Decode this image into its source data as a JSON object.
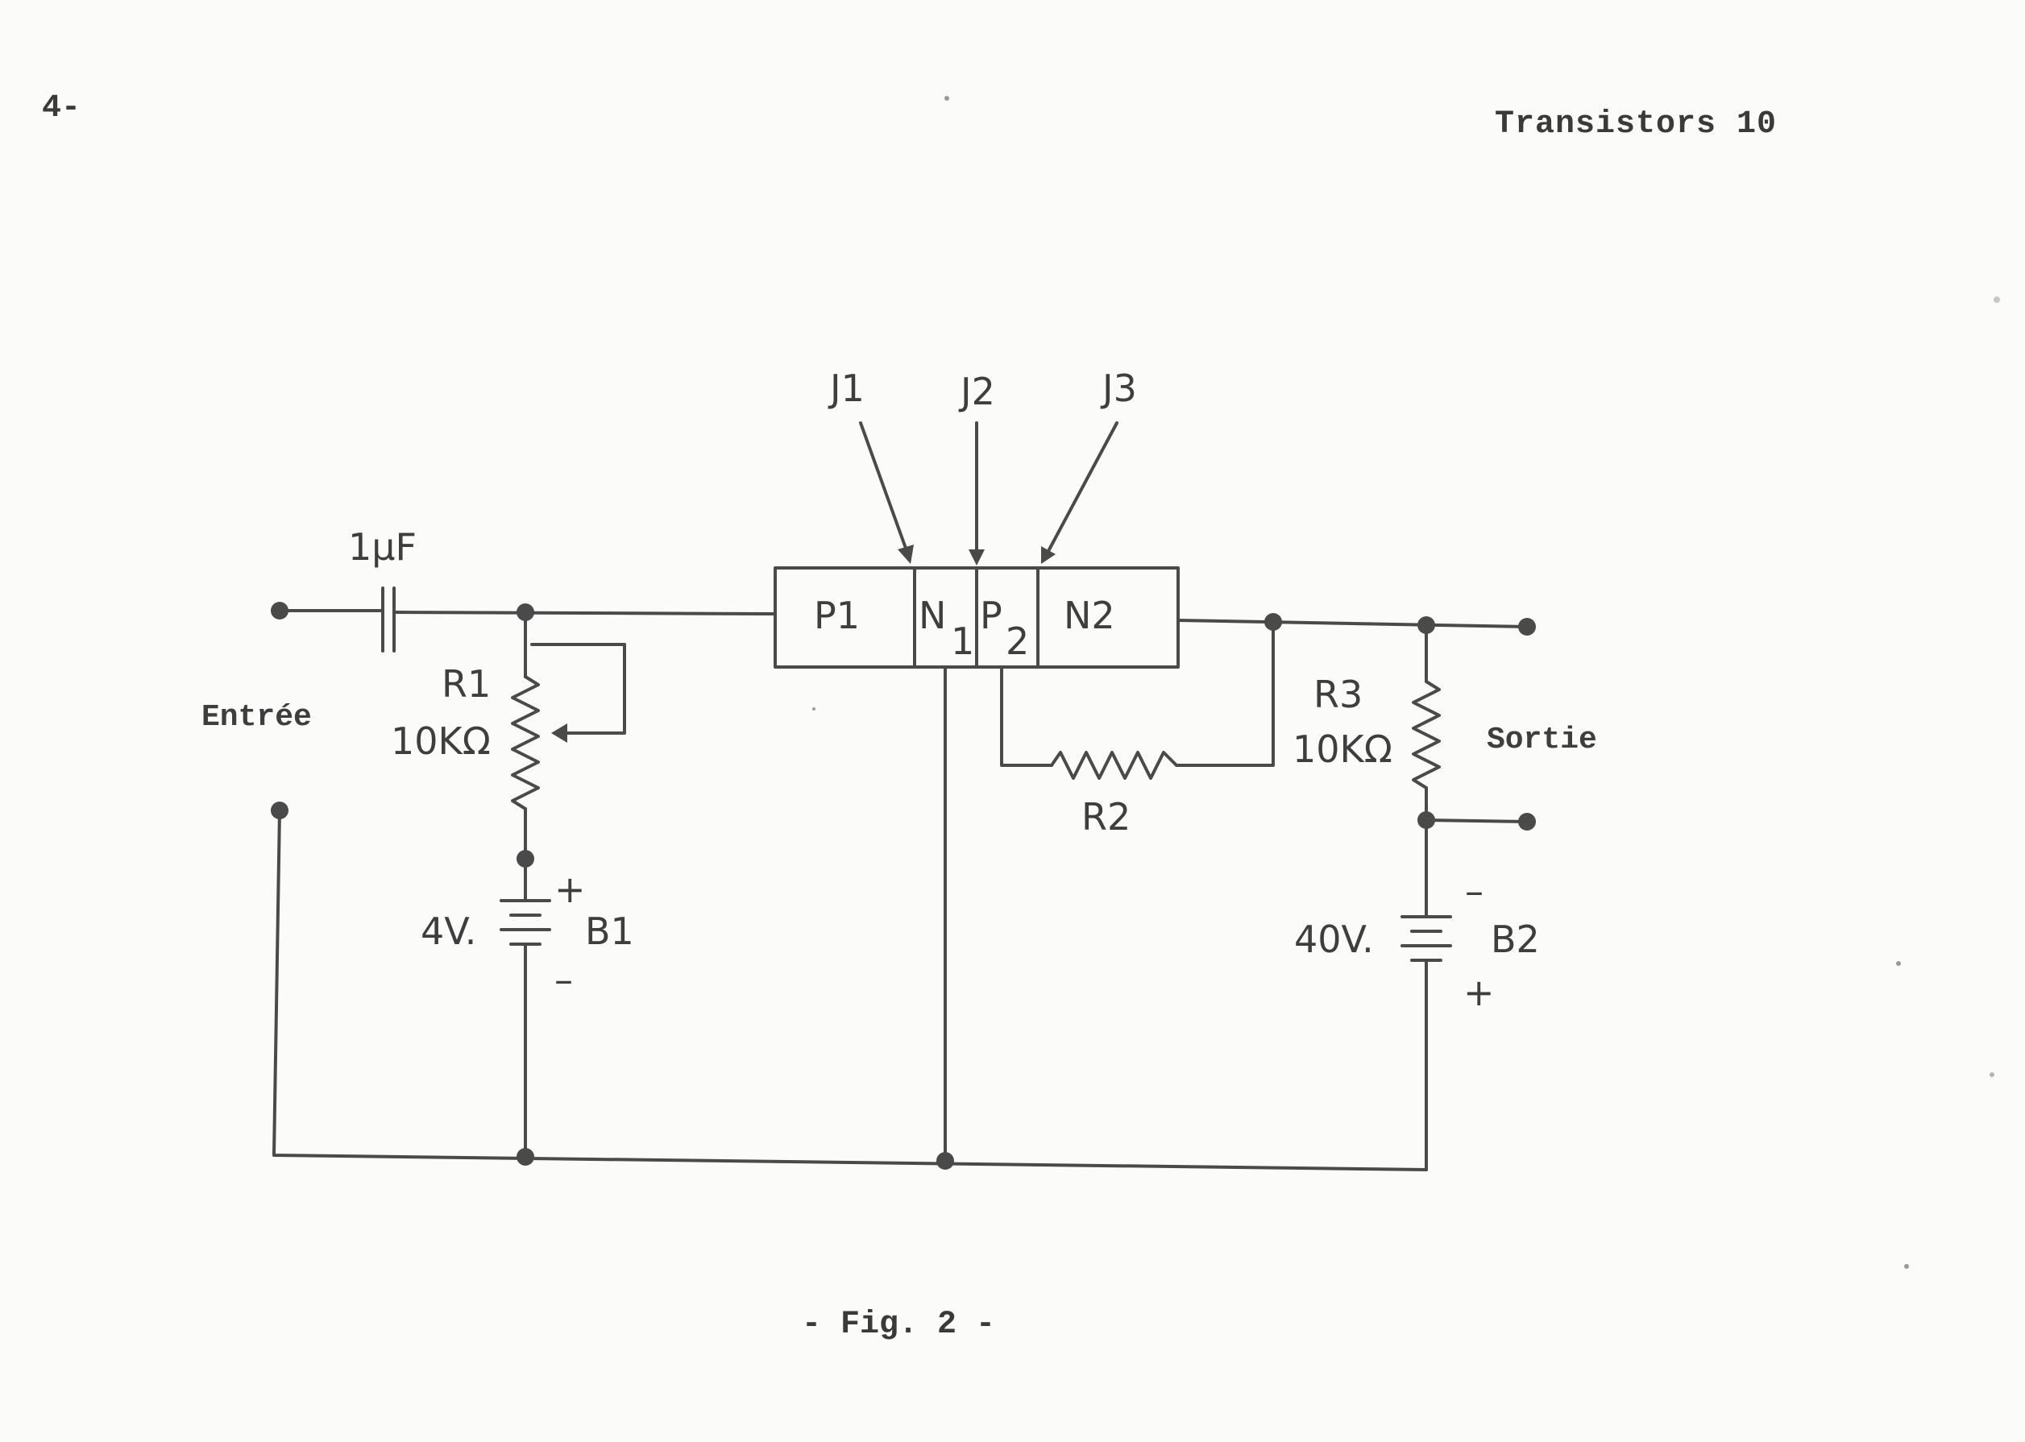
{
  "header": {
    "page_number": "4-",
    "title": "Transistors 10"
  },
  "caption": "- Fig. 2 -",
  "diagram": {
    "junction_labels": [
      "J1",
      "J2",
      "J3"
    ],
    "regions": [
      "P1",
      "N",
      "1",
      "P",
      "2",
      "N2"
    ],
    "capacitor_label": "1µF",
    "input_label": "Entrée",
    "output_label": "Sortie",
    "r1_name": "R1",
    "r1_value": "10KΩ",
    "r2_name": "R2",
    "r3_name": "R3",
    "r3_value": "10KΩ",
    "b1_voltage": "4V.",
    "b1_name": "B1",
    "b1_plus": "+",
    "b1_minus": "–",
    "b2_voltage": "40V.",
    "b2_name": "B2",
    "b2_plus": "+",
    "b2_minus": "–"
  }
}
